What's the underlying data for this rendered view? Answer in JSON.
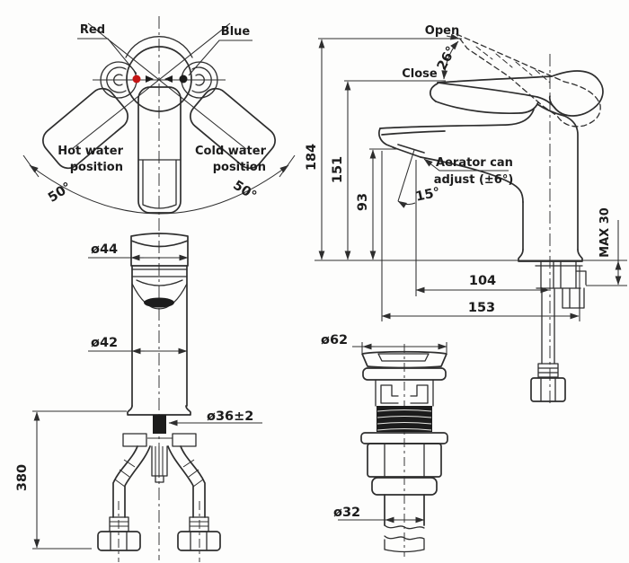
{
  "top_view": {
    "red": "Red",
    "blue": "Blue",
    "hot1": "Hot water",
    "hot2": "position",
    "cold1": "Cold water",
    "cold2": "position",
    "angle_left": "50°",
    "angle_right": "50°"
  },
  "front_view": {
    "dia_top": "ø44",
    "dia_body": "ø42",
    "dia_hole": "ø36±2",
    "hose_length": "380"
  },
  "side_view": {
    "open": "Open",
    "close": "Close",
    "open_angle": "26°",
    "h_total": "184",
    "h_body": "151",
    "h_spout": "93",
    "aerator_angle": "15°",
    "aerator_note1": "Aerator can",
    "aerator_note2": "adjust (±6°)",
    "deck_max": "MAX 30",
    "reach_center": "104",
    "reach_total": "153"
  },
  "drain": {
    "dia_cap": "ø62",
    "dia_pipe": "ø32"
  },
  "colors": {
    "line": "#2e2e2e",
    "red_dot": "#c41616",
    "blue_dot": "#1a1a1a",
    "paper": "#fdfdfc"
  }
}
